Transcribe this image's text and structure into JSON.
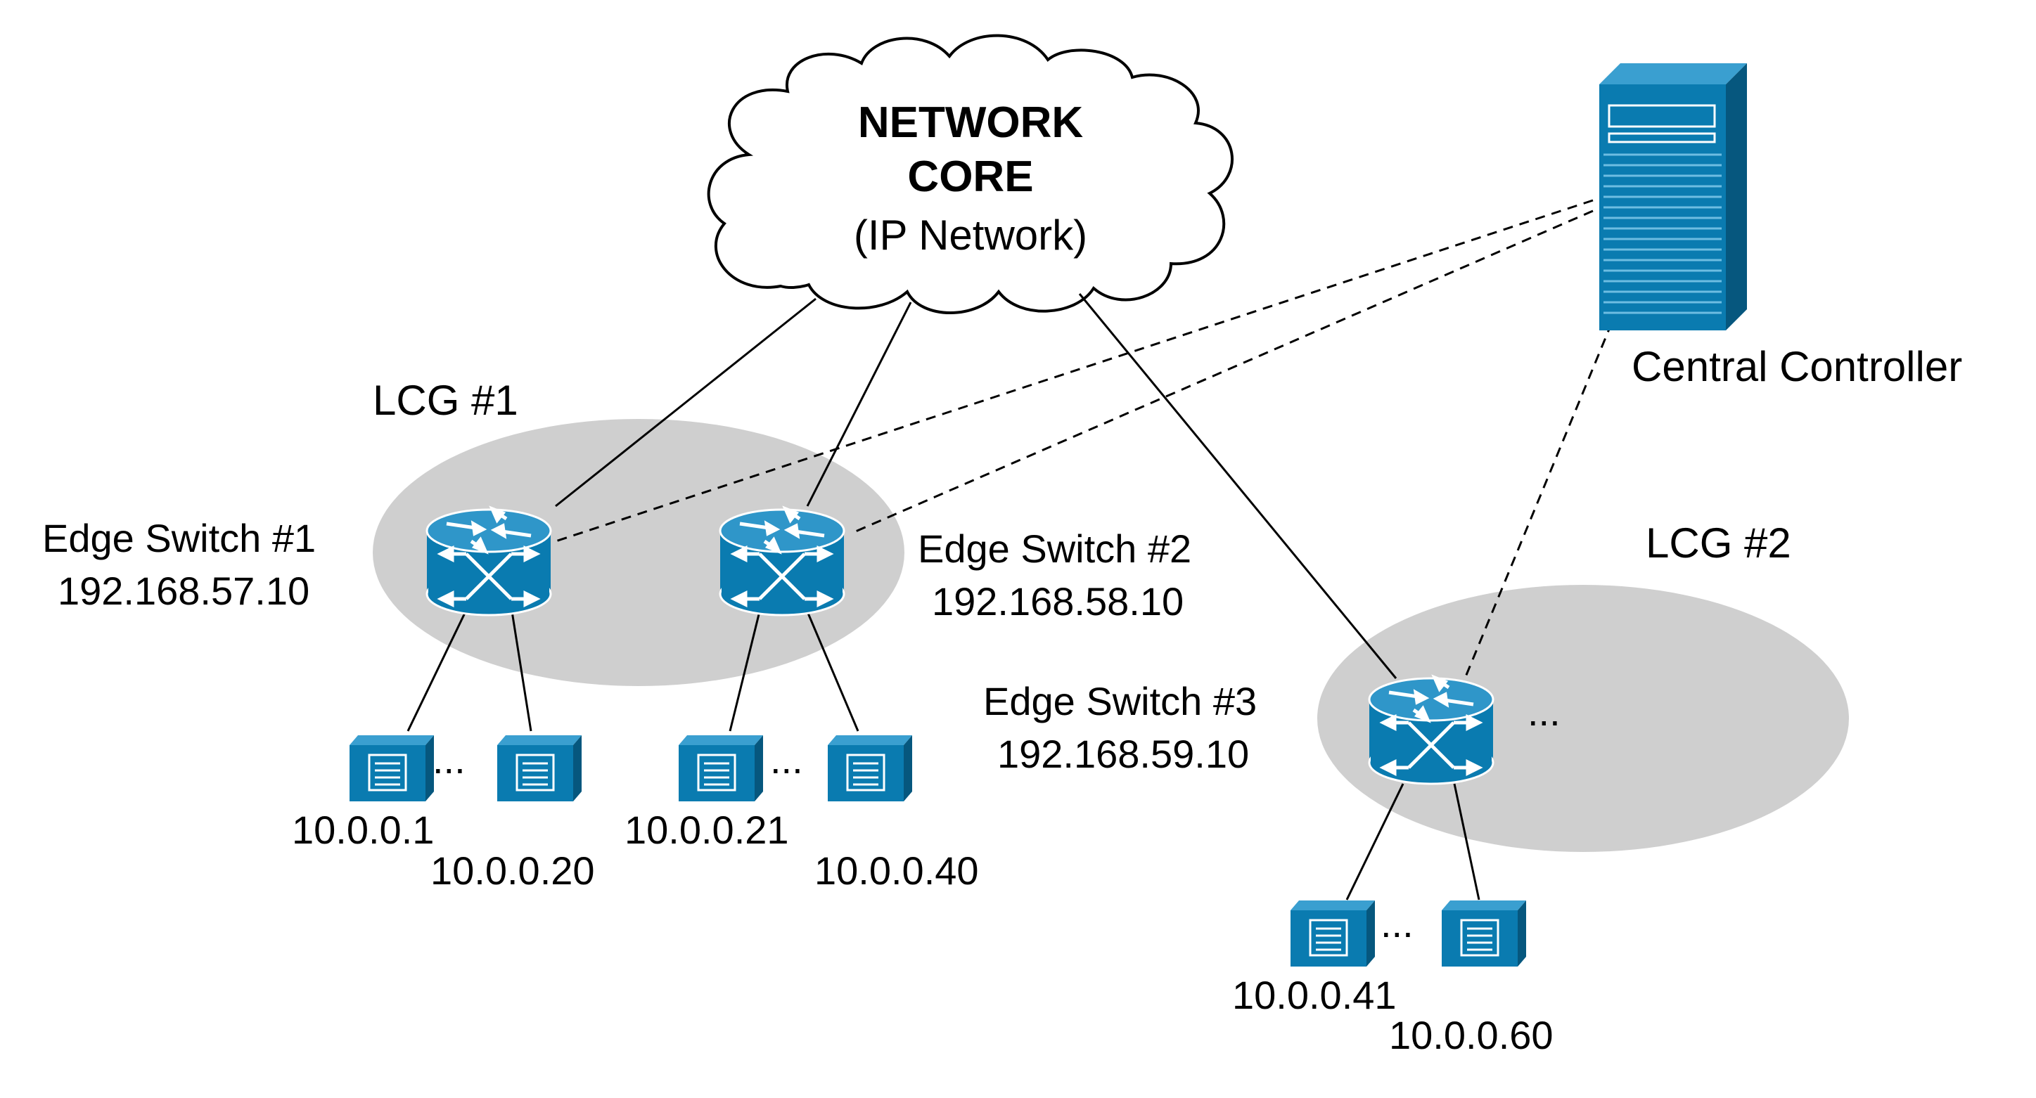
{
  "core": {
    "title_line1": "NETWORK",
    "title_line2": "CORE",
    "subtitle": "(IP Network)"
  },
  "controller": {
    "label": "Central Controller",
    "icon": "server-icon"
  },
  "groups": [
    {
      "label": "LCG #1"
    },
    {
      "label": "LCG #2"
    }
  ],
  "switches": [
    {
      "name": "Edge Switch #1",
      "ip": "192.168.57.10",
      "icon": "switch-icon"
    },
    {
      "name": "Edge Switch #2",
      "ip": "192.168.58.10",
      "icon": "switch-icon"
    },
    {
      "name": "Edge Switch #3",
      "ip": "192.168.59.10",
      "icon": "switch-icon"
    }
  ],
  "hosts": {
    "sw1": {
      "first": "10.0.0.1",
      "last": "10.0.0.20"
    },
    "sw2": {
      "first": "10.0.0.21",
      "last": "10.0.0.40"
    },
    "sw3": {
      "first": "10.0.0.41",
      "last": "10.0.0.60"
    }
  },
  "ellipsis": "...",
  "more_switches": "...",
  "colors": {
    "device_fill": "#0a7bb0",
    "device_dark": "#06577e",
    "device_light": "#3a9fd0",
    "group_fill": "#cfcfcf",
    "line": "#000000"
  }
}
